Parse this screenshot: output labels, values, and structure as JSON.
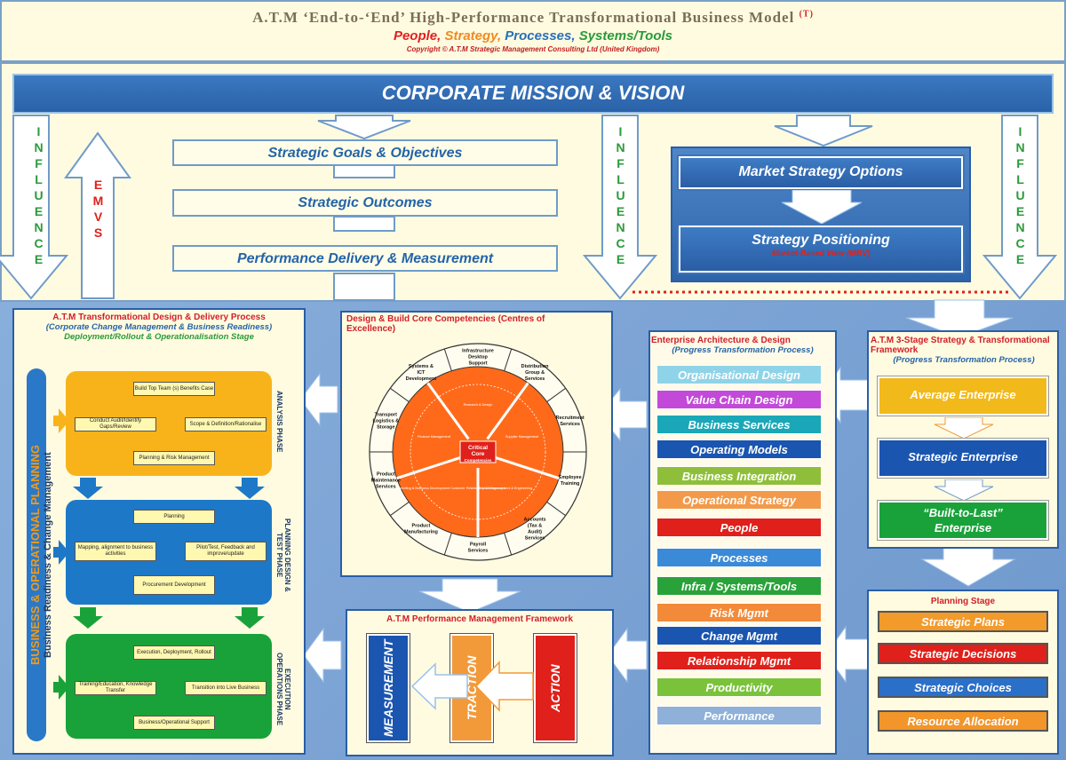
{
  "header": {
    "title": "A.T.M ‘End-to-‘End’ High-Performance Transformational Business Model",
    "title_mark": "(T)",
    "subtitle_people": "People,",
    "subtitle_strategy": "Strategy,",
    "subtitle_processes": "Processes,",
    "subtitle_systems": "Systems/Tools",
    "copyright": "Copyright © A.T.M Strategic Management Consulting Ltd (United Kingdom)"
  },
  "mission": "CORPORATE MISSION & VISION",
  "influence": "INFLUENCE",
  "emvs": "EMVS",
  "goals": {
    "g1": "Strategic Goals & Objectives",
    "g2": "Strategic Outcomes",
    "g3": "Performance Delivery & Measurement"
  },
  "market": {
    "options": "Market Strategy Options",
    "positioning": "Strategy Positioning",
    "mbv": "Market-Based View (MBV)"
  },
  "delivery": {
    "title": "A.T.M Transformational Design & Delivery Process",
    "sub": "(Corporate Change Management & Business Readiness)",
    "stage": "Deployment/Rollout & Operationalisation Stage",
    "side_line1": "BUSINESS & OPERATIONAL PLANNING",
    "side_line2": "Business Readiness & Change Management",
    "analysis": {
      "label": "ANALYSIS PHASE",
      "b1": "Build Top Team (s) Benefits Case",
      "b2": "Conduct Audit/Identify Gaps/Review",
      "b3": "Scope & Definition/Rationalise",
      "b4": "Planning & Risk Management"
    },
    "planning": {
      "label": "PLANNING DESIGN & TEST PHASE",
      "b1": "Planning",
      "b2": "Mapping, alignment to business activities",
      "b3": "Pilot/Test, Feedback and improve/update",
      "b4": "Procurement Development"
    },
    "execution": {
      "label": "EXECUTION OPERATIONS PHASE",
      "b1": "Execution, Deployment, Rollout",
      "b2": "Training/Education, Knowledge Transfer",
      "b3": "Transition into Live Business",
      "b4": "Business/Operational Support"
    }
  },
  "competency": {
    "title": "Design & Build Core Competencies (Centres of Excellence)",
    "center1": "Critical",
    "center2": "Core",
    "center3": "Competencies",
    "segments": [
      "Infrastructure Desktop Support",
      "Distribution Group & Services",
      "Recruitment Services",
      "Employee Training",
      "Accounts (Tax & Audit) Services",
      "Payroll Services",
      "Product Manufacturing",
      "Product Maintenance Services",
      "Transport Logistics & Storage",
      "Systems & ICT Development"
    ],
    "inner": [
      "Research & Design",
      "Supplier Management",
      "Product Development & Engineering",
      "Marketing & Business Development Customer Relationship Management",
      "Finance Management"
    ]
  },
  "performance": {
    "title": "A.T.M Performance Management Framework",
    "measurement": "MEASUREMENT",
    "traction": "TRACTION",
    "action": "ACTION"
  },
  "enterprise": {
    "title": "Enterprise Architecture & Design",
    "sub": "(Progress Transformation Process)",
    "items": [
      {
        "label": "Organisational Design",
        "color": "#8fd3e8"
      },
      {
        "label": "Value Chain Design",
        "color": "#c34ad8"
      },
      {
        "label": "Business Services",
        "color": "#1aa7b7"
      },
      {
        "label": "Operating Models",
        "color": "#1a55b0"
      },
      {
        "label": "Business Integration",
        "color": "#8fbf3a"
      },
      {
        "label": "Operational Strategy",
        "color": "#f29a4a"
      },
      {
        "label": "People",
        "color": "#e0201a"
      },
      {
        "label": "Processes",
        "color": "#3a8ad8"
      },
      {
        "label": "Infra / Systems/Tools",
        "color": "#2aa23a"
      },
      {
        "label": "Risk Mgmt",
        "color": "#f28a3a"
      },
      {
        "label": "Change Mgmt",
        "color": "#1a55b0"
      },
      {
        "label": "Relationship Mgmt",
        "color": "#e0201a"
      },
      {
        "label": "Productivity",
        "color": "#7ac23a"
      },
      {
        "label": "Performance",
        "color": "#8fb0d8"
      }
    ]
  },
  "stage3": {
    "title": "A.T.M 3-Stage Strategy & Transformational Framework",
    "sub": "(Progress Transformation Process)",
    "s1": "Average Enterprise",
    "s2": "Strategic Enterprise",
    "s3a": "“Built-to-Last”",
    "s3b": "Enterprise"
  },
  "planning_stage": {
    "title": "Planning Stage",
    "items": [
      {
        "label": "Strategic Plans",
        "color": "#f29a2a"
      },
      {
        "label": "Strategic Decisions",
        "color": "#e0201a"
      },
      {
        "label": "Strategic Choices",
        "color": "#2a6fc8"
      },
      {
        "label": "Resource Allocation",
        "color": "#f2952a"
      }
    ]
  },
  "colors": {
    "accent": "#2a62a8",
    "red": "#d0202a",
    "green": "#2a9a3a",
    "cream": "#fffbe0"
  }
}
